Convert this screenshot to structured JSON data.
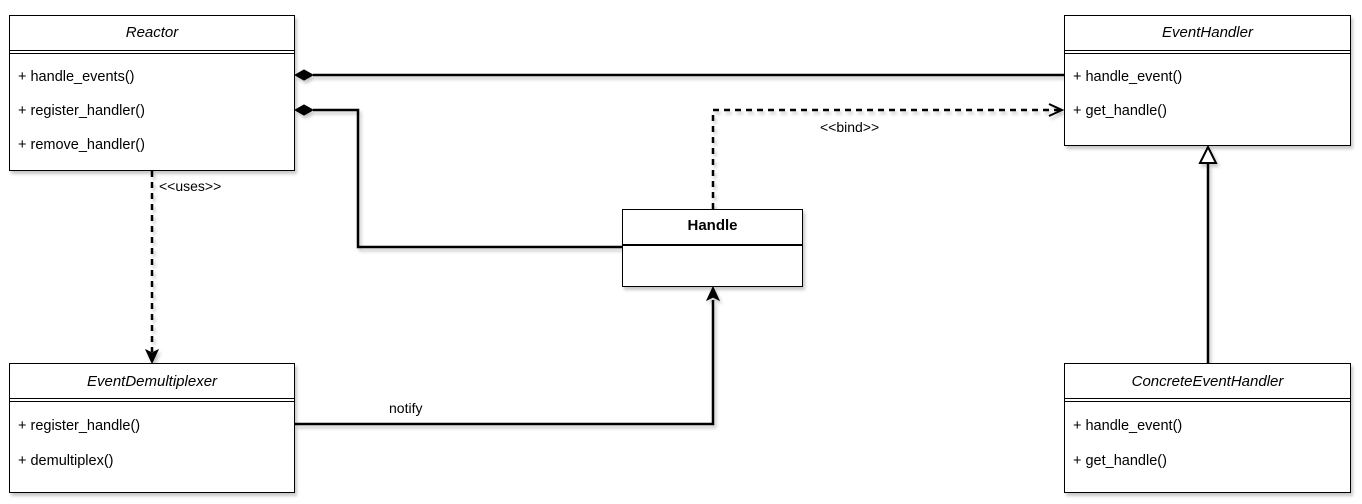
{
  "classes": {
    "reactor": {
      "name": "Reactor",
      "methods": [
        "+ handle_events()",
        "+ register_handler()",
        "+ remove_handler()"
      ]
    },
    "event_handler": {
      "name": "EventHandler",
      "methods": [
        "+ handle_event()",
        "+ get_handle()"
      ]
    },
    "handle": {
      "name": "Handle"
    },
    "event_demultiplexer": {
      "name": "EventDemultiplexer",
      "methods": [
        "+ register_handle()",
        "+ demultiplex()"
      ]
    },
    "concrete_event_handler": {
      "name": "ConcreteEventHandler",
      "methods": [
        "+ handle_event()",
        "+ get_handle()"
      ]
    }
  },
  "labels": {
    "uses": "<<uses>>",
    "bind": "<<bind>>",
    "notify": "notify"
  }
}
